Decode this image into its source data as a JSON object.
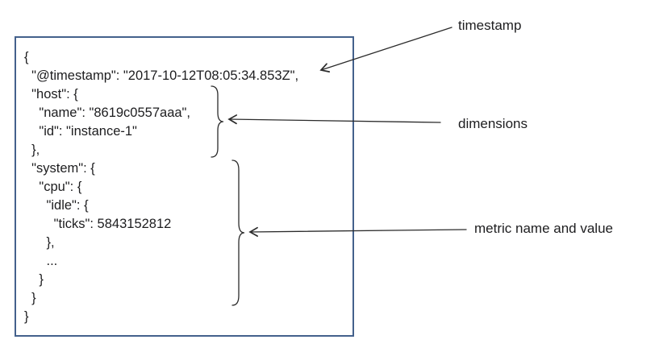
{
  "code": {
    "lines": [
      "{",
      "  \"@timestamp\": \"2017-10-12T08:05:34.853Z\",",
      "  \"host\": {",
      "    \"name\": \"8619c0557aaa\",",
      "    \"id\": \"instance-1\"",
      "  },",
      "  \"system\": {",
      "    \"cpu\": {",
      "      \"idle\": {",
      "        \"ticks\": 5843152812",
      "      },",
      "      ...",
      "    }",
      "  }",
      "}"
    ]
  },
  "annotations": {
    "timestamp_label": "timestamp",
    "dimensions_label": "dimensions",
    "metric_label": "metric name and value"
  },
  "colors": {
    "box_border": "#44618c",
    "text": "#1d1d1f",
    "annotation_lines": "#2b2b2b"
  }
}
